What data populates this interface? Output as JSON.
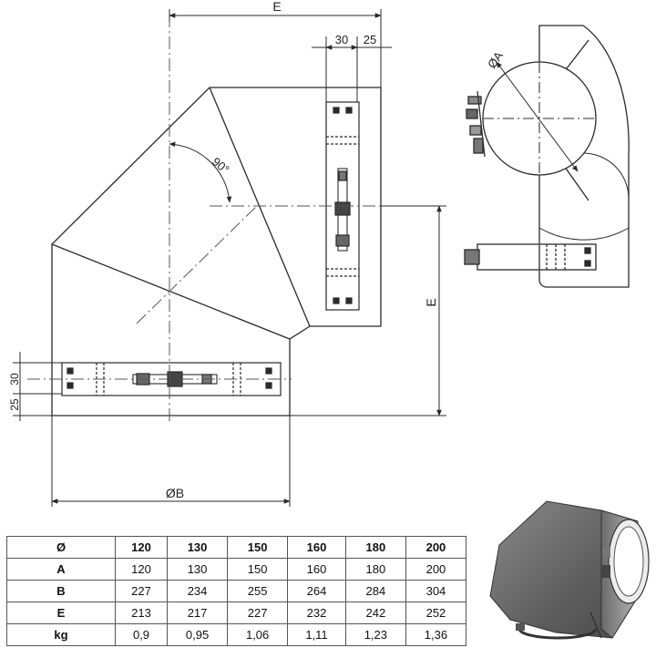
{
  "dimensions": {
    "top_span": "E",
    "clip_width_a": "30",
    "clip_width_b": "25",
    "angle": "90°",
    "right_height": "E",
    "bottom_span": "ØB",
    "left_a": "30",
    "left_b": "25",
    "diameter_a": "ØA"
  },
  "table": {
    "header": [
      "Ø",
      "120",
      "130",
      "150",
      "160",
      "180",
      "200"
    ],
    "rows": [
      {
        "label": "A",
        "values": [
          "120",
          "130",
          "150",
          "160",
          "180",
          "200"
        ]
      },
      {
        "label": "B",
        "values": [
          "227",
          "234",
          "255",
          "264",
          "284",
          "304"
        ]
      },
      {
        "label": "E",
        "values": [
          "213",
          "217",
          "227",
          "232",
          "242",
          "252"
        ]
      },
      {
        "label": "kg",
        "values": [
          "0,9",
          "0,95",
          "1,06",
          "1,11",
          "1,23",
          "1,36"
        ]
      }
    ]
  },
  "colors": {
    "line": "#2a2a2a",
    "dash": "#555555",
    "render_dark": "#6f6f6f",
    "render_light": "#a8a8a8"
  }
}
